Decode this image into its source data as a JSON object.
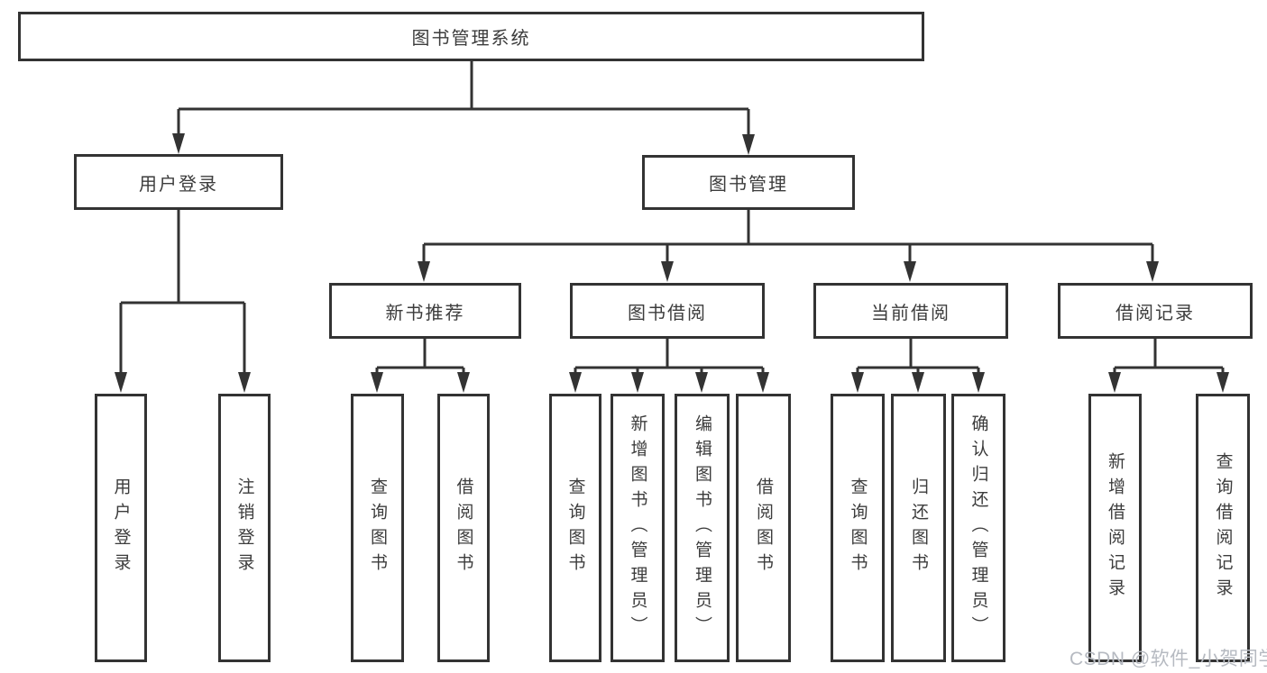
{
  "diagram": {
    "root": "图书管理系统",
    "level2": [
      {
        "label": "用户登录",
        "children": [
          "用户登录",
          "注销登录"
        ]
      },
      {
        "label": "图书管理",
        "children": [
          {
            "label": "新书推荐",
            "children": [
              "查询图书",
              "借阅图书"
            ]
          },
          {
            "label": "图书借阅",
            "children": [
              "查询图书",
              "新增图书（管理员）",
              "编辑图书（管理员）",
              "借阅图书"
            ]
          },
          {
            "label": "当前借阅",
            "children": [
              "查询图书",
              "归还图书",
              "确认归还（管理员）"
            ]
          },
          {
            "label": "借阅记录",
            "children": [
              "新增借阅记录",
              "查询借阅记录"
            ]
          }
        ]
      }
    ]
  },
  "watermark": "CSDN @软件_小贺同学",
  "colors": {
    "line": "#333333",
    "text": "#3c3c3c",
    "watermark": "#b6bac1",
    "background": "#ffffff"
  }
}
